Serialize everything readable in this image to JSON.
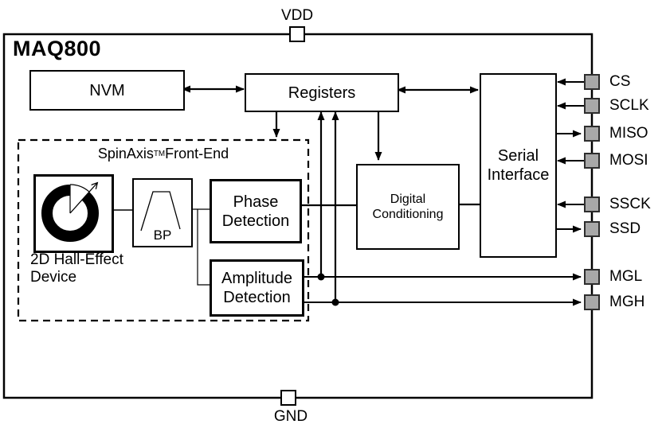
{
  "diagram": {
    "chip_title": "MAQ800",
    "power_pins": {
      "top": "VDD",
      "bottom": "GND"
    },
    "blocks": {
      "nvm": {
        "label": "NVM"
      },
      "registers": {
        "label": "Registers"
      },
      "serial_interface": {
        "label": "Serial Interface"
      },
      "digital_conditioning": {
        "label": "Digital Conditioning"
      },
      "front_end": {
        "label_main": "SpinAxis",
        "label_tm": "TM",
        "label_rest": " Front-End"
      },
      "hall_device": {
        "label": "2D Hall-Effect Device"
      },
      "bp_filter": {
        "label": "BP"
      },
      "phase_detection": {
        "label": "Phase Detection"
      },
      "amplitude_detection": {
        "label": "Amplitude Detection"
      }
    },
    "pins_right": [
      {
        "label": "CS",
        "direction": "in"
      },
      {
        "label": "SCLK",
        "direction": "in"
      },
      {
        "label": "MISO",
        "direction": "out"
      },
      {
        "label": "MOSI",
        "direction": "in"
      },
      {
        "label": "SSCK",
        "direction": "in"
      },
      {
        "label": "SSD",
        "direction": "out"
      },
      {
        "label": "MGL",
        "direction": "out"
      },
      {
        "label": "MGH",
        "direction": "out"
      }
    ],
    "connections": [
      "NVM <-> Registers",
      "Registers <-> Serial Interface",
      "Registers -> SpinAxis Front-End",
      "Registers -> Digital Conditioning",
      "Amplitude Detection (MGL tap) -> Registers",
      "Amplitude Detection (MGH tap) -> Registers",
      "2D Hall-Effect Device -> BP",
      "BP -> Phase Detection",
      "BP -> Amplitude Detection",
      "Phase Detection -> Digital Conditioning",
      "Digital Conditioning -> Serial Interface",
      "Amplitude Detection -> MGL",
      "Amplitude Detection -> MGH"
    ],
    "colors": {
      "line": "#000000",
      "background": "#ffffff",
      "pin_fill": "#a8a8a8",
      "pin_border": "#2e2e2e"
    }
  }
}
